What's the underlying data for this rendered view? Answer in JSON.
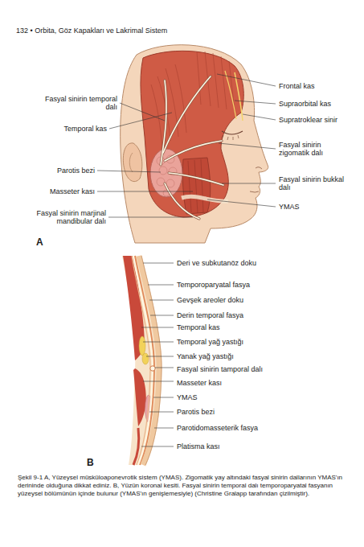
{
  "diagram": {
    "caption": "Şekil 9-1 A, Yüzeysel müsküloaponevrotik sistem (YMAS). Zigomatik yay altındaki fasyal sinirin dallarının YMAS'ın derininde olduğuna dikkat ediniz. B, Yüzün koronal kesiti. Fasyal sinirin temporal dalı temporoparyatal fasyanın yüzeysel bölümünün içinde bulunur (YMAS'ın genişlemesiyle) (Christine Gralapp tarafından çizilmiştir).",
    "labels": [
      "132 • Orbita, Göz Kapakları ve Lakrimal Sistem",
      "Fasyal sinirin temporal dalı",
      "Temporal kas",
      "Parotis bezi",
      "Masseter kası",
      "Fasyal sinirin marjinal mandibular dalı",
      "Frontal kas",
      "Supraorbital kas",
      "Supratroklear sinir",
      "Fasyal sinirin zigomatik dalı",
      "Fasyal sinirin bukkal dalı",
      "YMAS",
      "A",
      "Deri ve subkutanöz doku",
      "Temporoparyatal fasya",
      "Gevşek areoler doku",
      "Derin temporal fasya",
      "Temporal kas",
      "Temporal yağ yastığı",
      "Yanak yağ yastığı",
      "Fasyal sinirin tamporal dalı",
      "Masseter kası",
      "YMAS",
      "Parotis bezi",
      "Parotidomasseterik fasya",
      "Platisma kası",
      "B"
    ]
  }
}
